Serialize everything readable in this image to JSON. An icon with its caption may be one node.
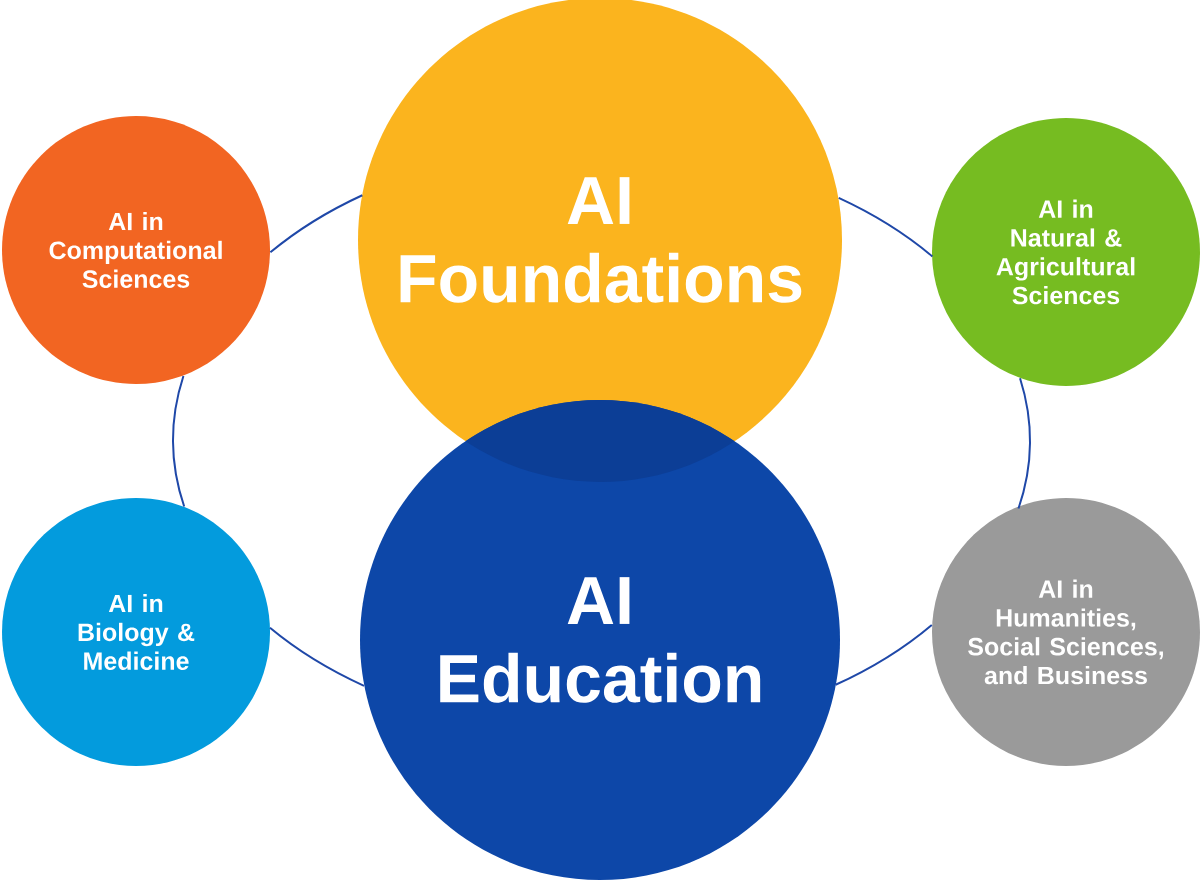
{
  "diagram": {
    "nodes": [
      {
        "text": [
          "AI in Computational Sciences"
        ]
      },
      {
        "text": [
          "AI Foundations"
        ]
      },
      {
        "text": [
          "AI in Natural & Agricultural Sciences"
        ]
      },
      {
        "text": [
          "AI in Biology & Medicine"
        ]
      },
      {
        "text": [
          "AI Education"
        ]
      },
      {
        "text": [
          "AI in Humanities, Social Sciences, and Business"
        ]
      }
    ],
    "edges": [
      {
        "from": 0,
        "to": 1,
        "arrow": "none"
      },
      {
        "from": 1,
        "to": 2,
        "arrow": "none"
      },
      {
        "from": 2,
        "to": 5,
        "arrow": "none"
      },
      {
        "from": 5,
        "to": 4,
        "arrow": "none"
      },
      {
        "from": 4,
        "to": 3,
        "arrow": "none"
      },
      {
        "from": 3,
        "to": 0,
        "arrow": "none"
      }
    ]
  }
}
